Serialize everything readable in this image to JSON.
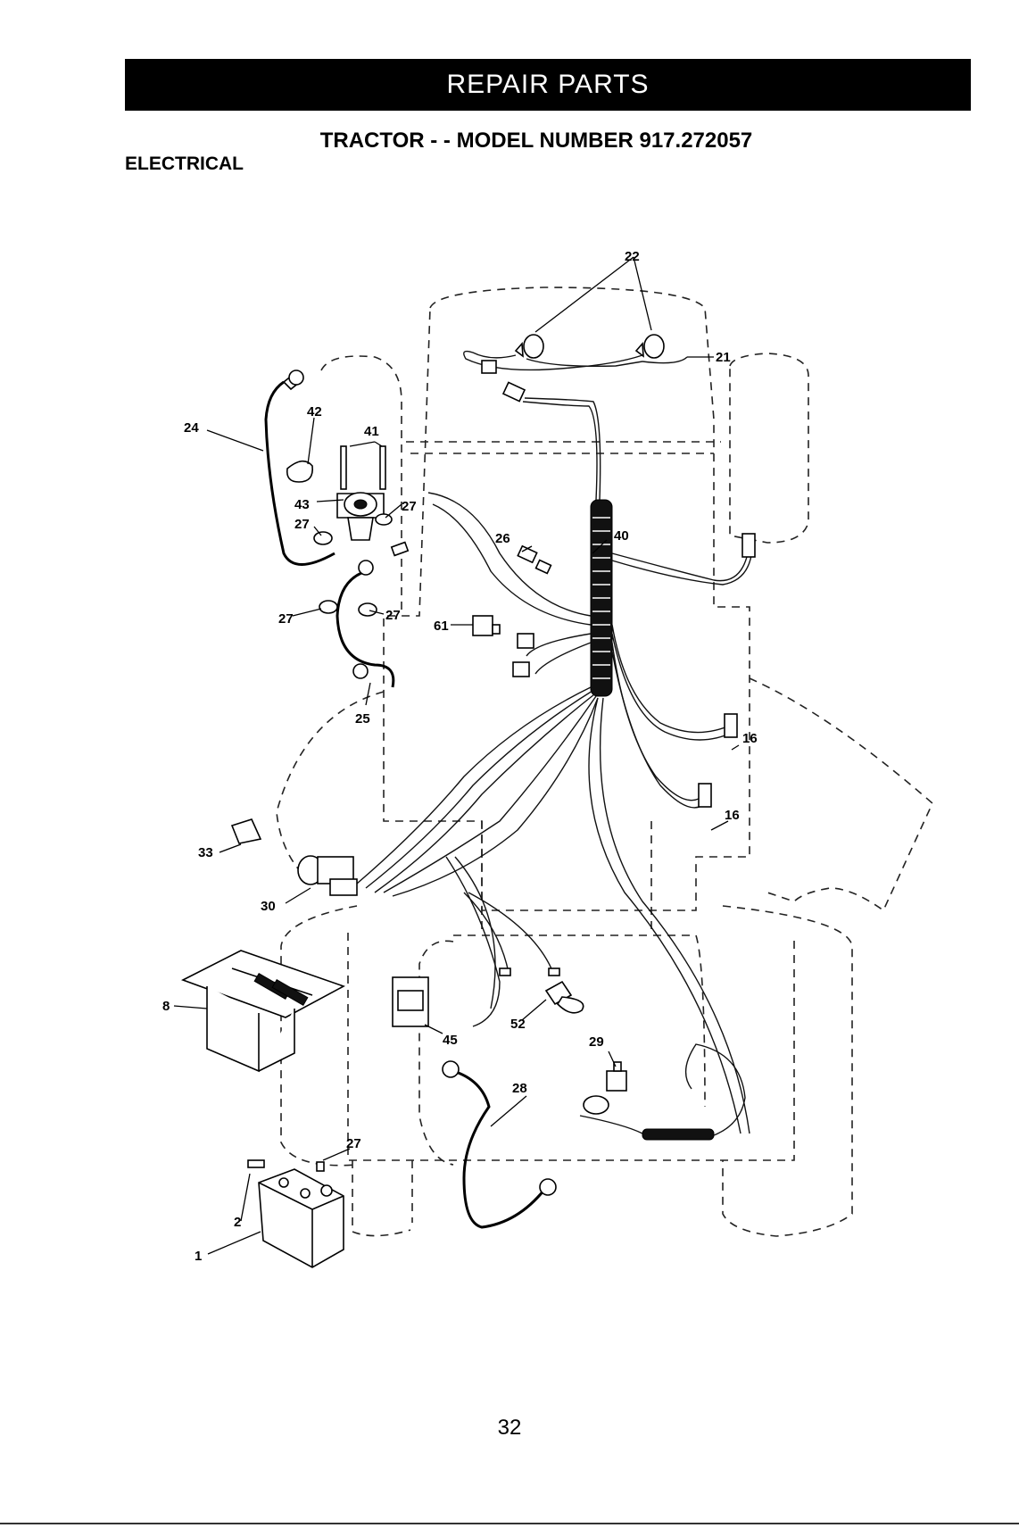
{
  "header": {
    "banner": "REPAIR PARTS",
    "model_title": "TRACTOR - - MODEL NUMBER 917.272057",
    "section": "ELECTRICAL"
  },
  "callouts": {
    "c22": "22",
    "c21": "21",
    "c24": "24",
    "c42": "42",
    "c41": "41",
    "c43": "43",
    "c27a": "27",
    "c27b": "27",
    "c27c": "27",
    "c27d": "27",
    "c27e": "27",
    "c26": "26",
    "c40": "40",
    "c61": "61",
    "c25": "25",
    "c16a": "16",
    "c16b": "16",
    "c33": "33",
    "c30": "30",
    "c8": "8",
    "c45": "45",
    "c52": "52",
    "c29": "29",
    "c28": "28",
    "c2": "2",
    "c1": "1"
  },
  "footer": {
    "page_number": "32"
  }
}
